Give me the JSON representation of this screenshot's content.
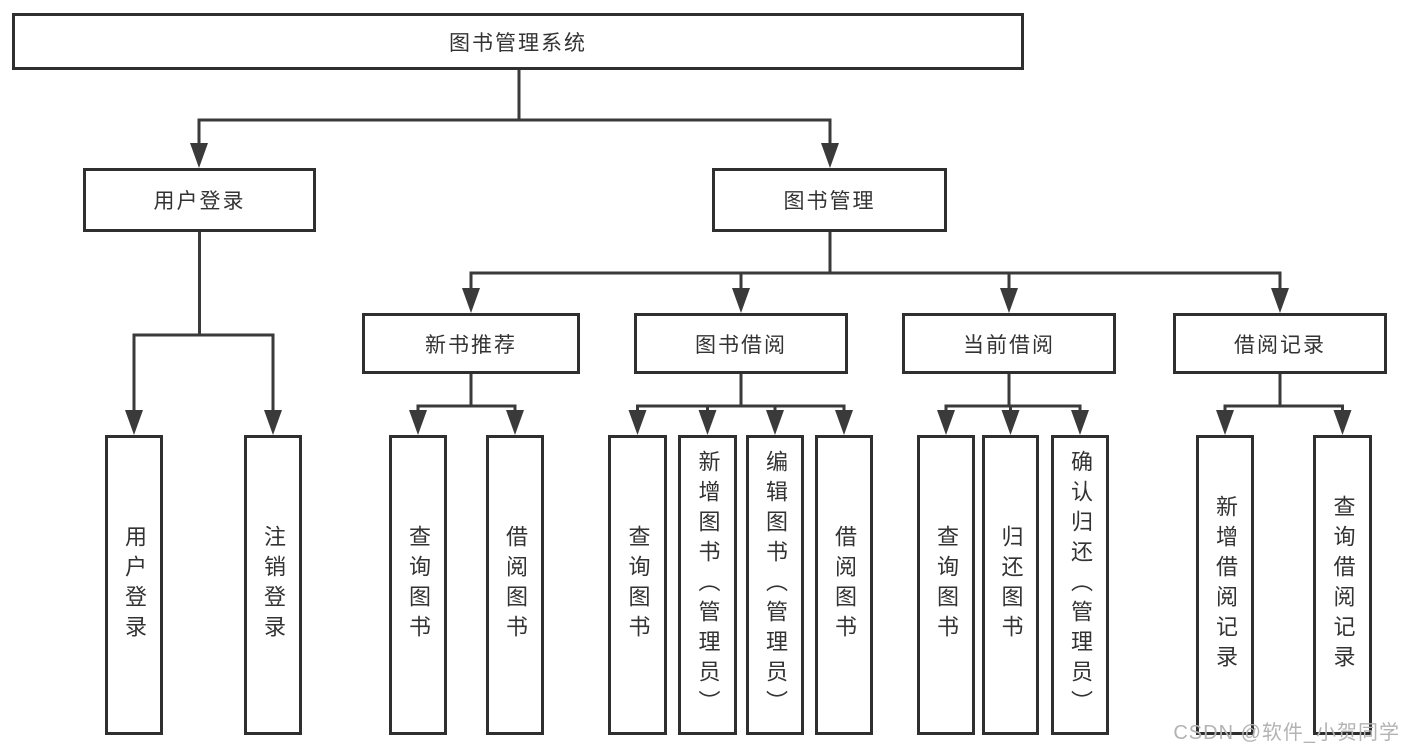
{
  "tree": {
    "root": {
      "label": "图书管理系统"
    },
    "branches": [
      {
        "label": "用户登录",
        "children": [
          {
            "label": "用户登录"
          },
          {
            "label": "注销登录"
          }
        ]
      },
      {
        "label": "图书管理",
        "children": [
          {
            "label": "新书推荐",
            "children": [
              {
                "label": "查询图书"
              },
              {
                "label": "借阅图书"
              }
            ]
          },
          {
            "label": "图书借阅",
            "children": [
              {
                "label": "查询图书"
              },
              {
                "label": "新增图书（管理员）"
              },
              {
                "label": "编辑图书（管理员）"
              },
              {
                "label": "借阅图书"
              }
            ]
          },
          {
            "label": "当前借阅",
            "children": [
              {
                "label": "查询图书"
              },
              {
                "label": "归还图书"
              },
              {
                "label": "确认归还（管理员）"
              }
            ]
          },
          {
            "label": "借阅记录",
            "children": [
              {
                "label": "新增借阅记录"
              },
              {
                "label": "查询借阅记录"
              }
            ]
          }
        ]
      }
    ]
  },
  "watermark": {
    "text": "CSDN @软件_小贺同学"
  },
  "colors": {
    "line": "#3a3a3a",
    "box_border": "#2f2f2f",
    "text": "#333333",
    "watermark": "#b3b3b3",
    "background": "#ffffff"
  }
}
